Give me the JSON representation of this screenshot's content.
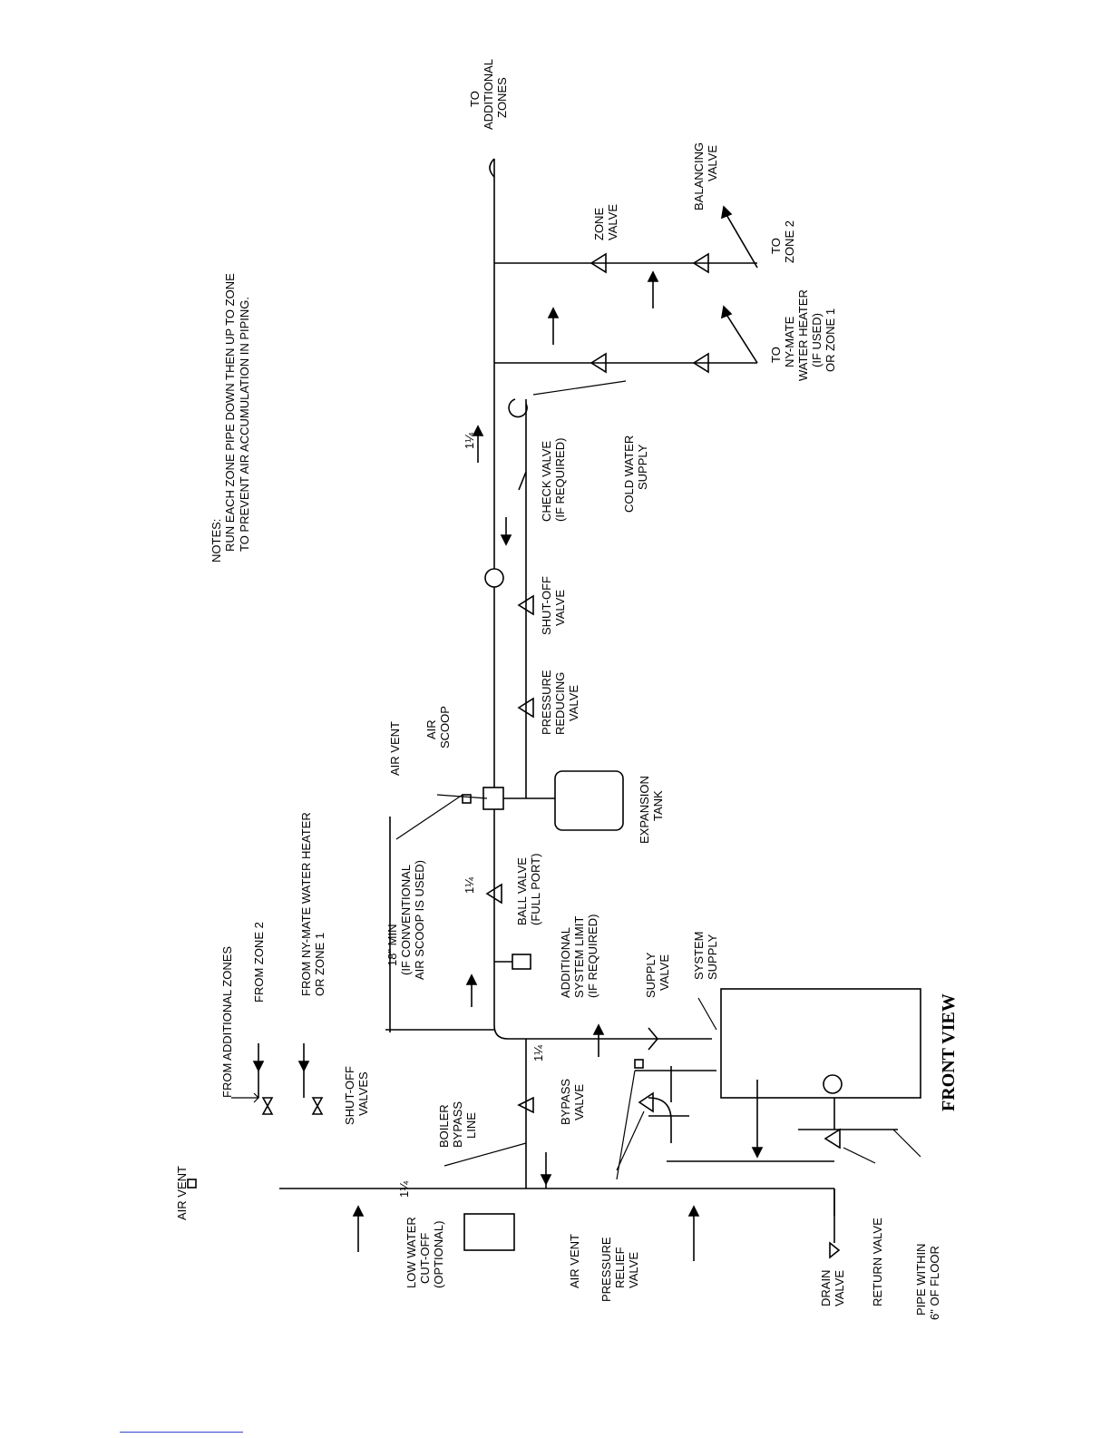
{
  "diagram": {
    "view_title": "FRONT VIEW",
    "notes": {
      "heading": "NOTES:",
      "line1": "RUN EACH ZONE PIPE DOWN THEN UP TO ZONE",
      "line2": "TO PREVENT AIR ACCUMULATION IN PIPING."
    },
    "labels": {
      "air_vent_top": "AIR VENT",
      "from_additional_zones": "FROM ADDITIONAL ZONES",
      "from_zone_2": "FROM ZONE 2",
      "from_nymate_1": "FROM NY-MATE WATER HEATER",
      "from_nymate_2": "OR ZONE 1",
      "shutoff_valves_1": "SHUT-OFF",
      "shutoff_valves_2": "VALVES",
      "low_water_1": "LOW WATER",
      "low_water_2": "CUT-OFF",
      "low_water_3": "(OPTIONAL)",
      "air_vent_mid": "AIR VENT",
      "pressure_relief_1": "PRESSURE",
      "pressure_relief_2": "RELIEF",
      "pressure_relief_3": "VALVE",
      "drain_valve_1": "DRAIN",
      "drain_valve_2": "VALVE",
      "return_valve": "RETURN VALVE",
      "pipe_within_1": "PIPE WITHIN",
      "pipe_within_2": "6\" OF FLOOR",
      "boiler_bypass_1": "BOILER",
      "boiler_bypass_2": "BYPASS",
      "boiler_bypass_3": "LINE",
      "bypass_valve_1": "BYPASS",
      "bypass_valve_2": "VALVE",
      "supply_valve_1": "SUPPLY",
      "supply_valve_2": "VALVE",
      "system_supply_1": "SYSTEM",
      "system_supply_2": "SUPPLY",
      "additional_limit_1": "ADDITIONAL",
      "additional_limit_2": "SYSTEM LIMIT",
      "additional_limit_3": "(IF REQUIRED)",
      "ball_valve_1": "BALL VALVE",
      "ball_valve_2": "(FULL PORT)",
      "min_dim_1": "18\" MIN",
      "min_dim_2": "(IF CONVENTIONAL",
      "min_dim_3": "AIR SCOOP IS USED)",
      "air_vent_scoop": "AIR VENT",
      "air_scoop_1": "AIR",
      "air_scoop_2": "SCOOP",
      "expansion_tank_1": "EXPANSION",
      "expansion_tank_2": "TANK",
      "pressure_reducing_1": "PRESSURE",
      "pressure_reducing_2": "REDUCING",
      "pressure_reducing_3": "VALVE",
      "shutoff_valve_1": "SHUT-OFF",
      "shutoff_valve_2": "VALVE",
      "check_valve_1": "CHECK VALVE",
      "check_valve_2": "(IF REQUIRED)",
      "cold_water_1": "COLD WATER",
      "cold_water_2": "SUPPLY",
      "to_nymate_1": "TO",
      "to_nymate_2": "NY-MATE",
      "to_nymate_3": "WATER HEATER",
      "to_nymate_4": "(IF USED)",
      "to_nymate_5": "OR ZONE 1",
      "to_zone2_1": "TO",
      "to_zone2_2": "ZONE 2",
      "zone_valve_1": "ZONE",
      "zone_valve_2": "VALVE",
      "balancing_valve_1": "BALANCING",
      "balancing_valve_2": "VALVE",
      "to_additional_1": "TO",
      "to_additional_2": "ADDITIONAL",
      "to_additional_3": "ZONES",
      "pipe_size_a": "1¼",
      "pipe_size_b": "1¼",
      "pipe_size_c": "1¼",
      "pipe_size_d": "1¼"
    }
  }
}
